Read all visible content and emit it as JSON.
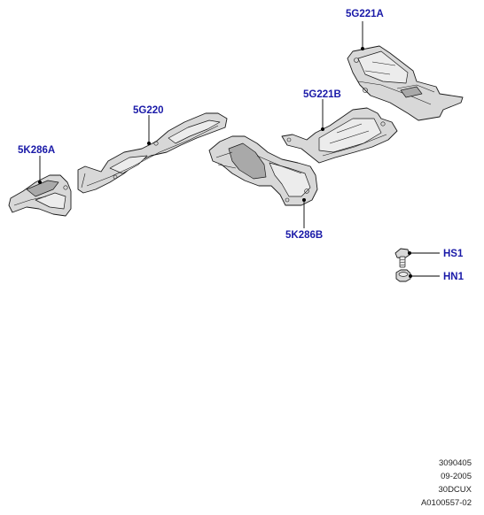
{
  "colors": {
    "label": "#1a1aa8",
    "outline": "#1a1a1a",
    "part_fill": "#d8d8d8"
  },
  "callouts": {
    "c5G221A": "5G221A",
    "c5G221B": "5G221B",
    "c5G220": "5G220",
    "c5K286A": "5K286A",
    "c5K286B": "5K286B",
    "cHS1": "HS1",
    "cHN1": "HN1"
  },
  "reference": {
    "line1": "3090405",
    "line2": "09-2005",
    "line3": "30DCUX",
    "line4": "A0100557-02"
  }
}
